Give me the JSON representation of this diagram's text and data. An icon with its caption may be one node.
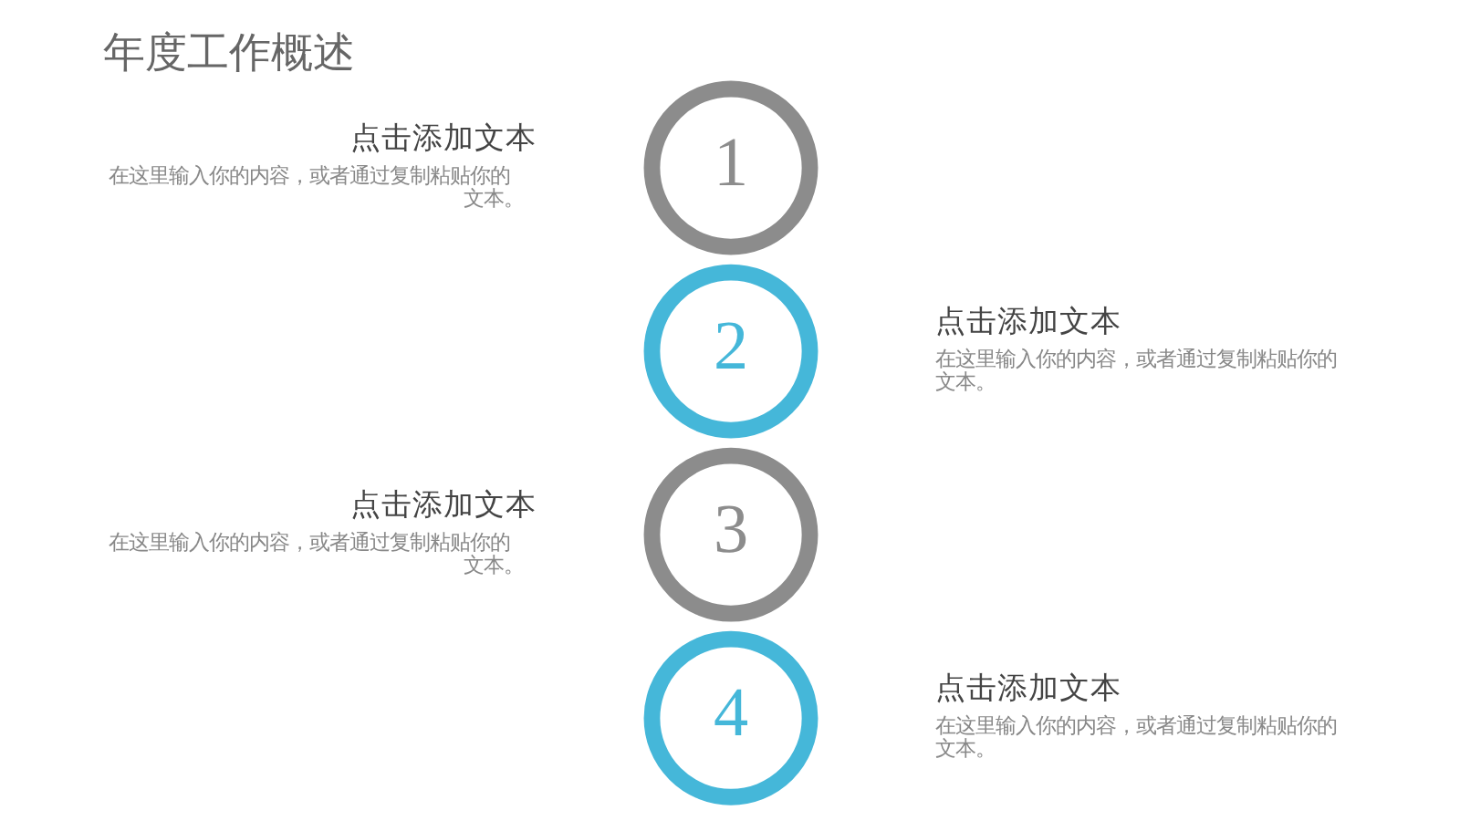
{
  "diagram": {
    "title": "年度工作概述",
    "nodes": [
      {
        "text": [
          "1"
        ],
        "beside": [
          "点击添加文本",
          "在这里输入你的内容，或者通过复制粘贴你的文本。"
        ]
      },
      {
        "text": [
          "2"
        ],
        "beside": [
          "点击添加文本",
          "在这里输入你的内容，或者通过复制粘贴你的文本。"
        ]
      },
      {
        "text": [
          "3"
        ],
        "beside": [
          "点击添加文本",
          "在这里输入你的内容，或者通过复制粘贴你的文本。"
        ]
      },
      {
        "text": [
          "4"
        ],
        "beside": [
          "点击添加文本",
          "在这里输入你的内容，或者通过复制粘贴你的文本。"
        ]
      }
    ],
    "edges": []
  }
}
